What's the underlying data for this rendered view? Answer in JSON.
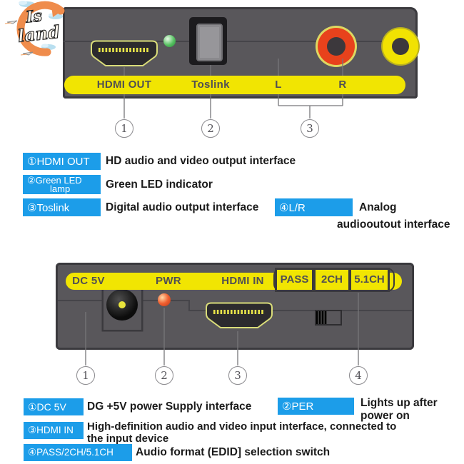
{
  "logo": {
    "text_top": "Is",
    "text_bottom": "land"
  },
  "colors": {
    "badge_blue": "#1c9de9",
    "band_yellow": "#f1e502",
    "panel_gray": "#59575b",
    "rca_red": "#e8421c",
    "rca_yellow": "#f1e202",
    "led_green": "#55c060",
    "led_red": "#f06030"
  },
  "top_panel": {
    "port_labels": {
      "hdmi_out": "HDMI OUT",
      "toslink": "Toslink",
      "left": "L",
      "right": "R"
    },
    "callouts": [
      "1",
      "2",
      "3"
    ]
  },
  "bottom_panel": {
    "port_labels": {
      "dc_5v": "DC 5V",
      "pwr": "PWR",
      "hdmi_in": "HDMI IN",
      "pass": "PASS",
      "ch2": "2CH",
      "ch51": "5.1CH"
    },
    "callouts": [
      "1",
      "2",
      "3",
      "4"
    ]
  },
  "top_legend": {
    "row1": {
      "badge": "①HDMI OUT",
      "desc": "HD audio and video output interface"
    },
    "row2": {
      "badge_line1": "②Green LED",
      "badge_line2": "lamp",
      "desc": "Green LED indicator"
    },
    "row3": {
      "badge": "③Toslink",
      "desc": "Digital audio output interface"
    },
    "row4": {
      "badge": "④L/R",
      "desc_line1": "Analog",
      "desc_line2": "audiooutout interface"
    }
  },
  "bottom_legend": {
    "row1": {
      "badge": "①DC 5V",
      "desc": "DG +5V power Supply interface"
    },
    "row2": {
      "badge": "②PER",
      "desc_line1": "Lights up after",
      "desc_line2": "power on"
    },
    "row3": {
      "badge": "③HDMI IN",
      "desc_line1": "High-definition audio and video input interface, connected to",
      "desc_line2": "the input device"
    },
    "row4": {
      "badge": "④PASS/2CH/5.1CH",
      "desc": "Audio format (EDID] selection switch"
    }
  }
}
